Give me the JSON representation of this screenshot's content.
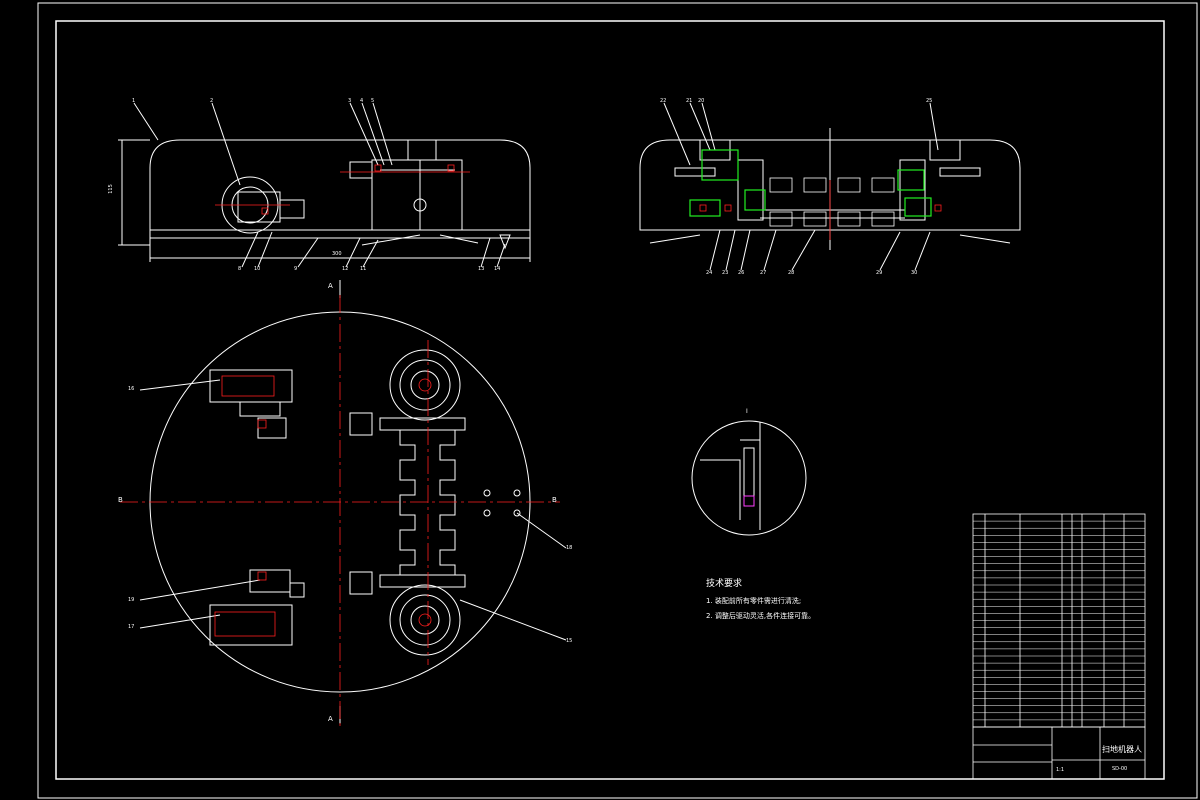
{
  "tech_requirements": {
    "title": "技术要求",
    "lines": [
      "1. 装配前所有零件需进行清洗;",
      "2. 调整后驱动灵活,各件连接可靠。"
    ]
  },
  "title_block": {
    "part_name": "扫地机器人",
    "drawing_code": "SD-00",
    "scale_label": "1:1"
  },
  "section_marks": {
    "a_top": "A",
    "a_bottom": "A",
    "b_left": "B",
    "b_right": "B",
    "detail": "I"
  },
  "dimensions": {
    "height": "115",
    "width": "300"
  },
  "balloons": {
    "front_top": [
      "1",
      "2",
      "3",
      "4",
      "5"
    ],
    "front_bottom": [
      "8",
      "10",
      "9",
      "12",
      "11",
      "13",
      "14"
    ],
    "section_top": [
      "22",
      "21",
      "20",
      "25"
    ],
    "section_bottom": [
      "24",
      "23",
      "26",
      "27",
      "28",
      "29",
      "30"
    ],
    "plan": [
      "16",
      "19",
      "17",
      "18",
      "15"
    ]
  },
  "colors": {
    "background": "#000000",
    "lines": "#ffffff",
    "centerline": "#ff2020",
    "highlight": "#22ee22",
    "detail_part": "#ff40ff"
  }
}
